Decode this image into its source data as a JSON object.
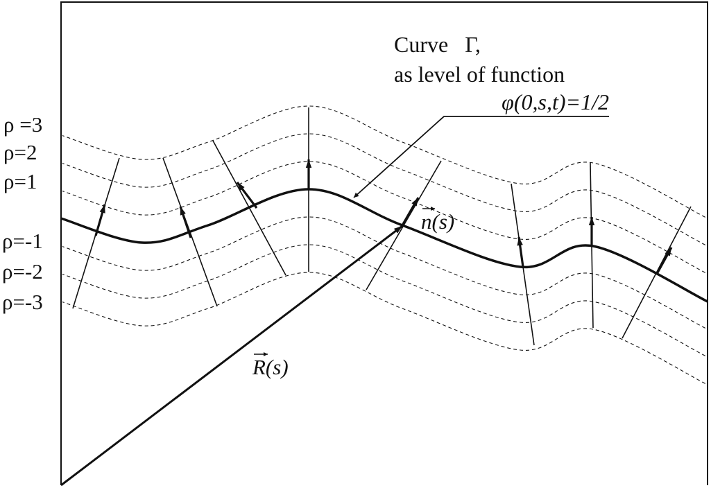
{
  "labels": {
    "curve_title": "Curve   Γ,",
    "curve_subtitle": "as level of function",
    "curve_equation": "φ(0,s,t)=1/2",
    "normal_vector": "n(s)",
    "position_vector": "R(s)"
  },
  "levels": [
    {
      "label": "ρ =3",
      "rho": 3
    },
    {
      "label": "ρ=2",
      "rho": 2
    },
    {
      "label": "ρ=1",
      "rho": 1
    },
    {
      "label": "ρ=-1",
      "rho": -1
    },
    {
      "label": "ρ=-2",
      "rho": -2
    },
    {
      "label": "ρ=-3",
      "rho": -3
    }
  ],
  "colors": {
    "ink": "#111111",
    "background": "#ffffff"
  }
}
